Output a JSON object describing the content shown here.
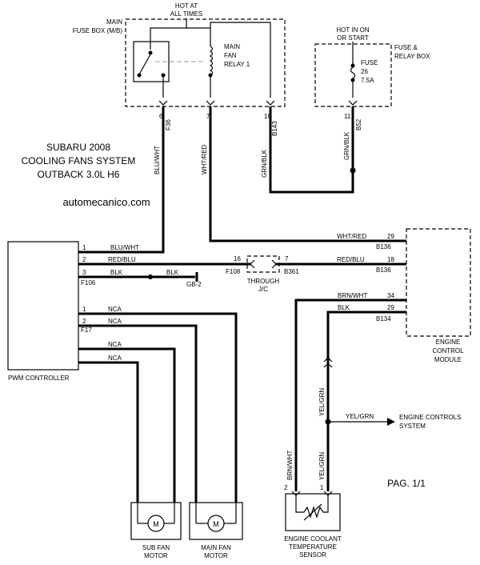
{
  "title": {
    "line1": "SUBARU 2008",
    "line2": "COOLING FANS SYSTEM",
    "line3": "OUTBACK 3.0L H6"
  },
  "watermark": "automecanico.com",
  "page_label": "PAG. 1/1",
  "main_fuse_box": {
    "hot_label_1": "HOT AT",
    "hot_label_2": "ALL TIMES",
    "name_1": "MAIN",
    "name_2": "FUSE BOX (M/B)",
    "relay_1": "MAIN",
    "relay_2": "FAN",
    "relay_3": "RELAY 1",
    "conn_f36": "F36",
    "conn_b143": "B143",
    "pin_6": "6",
    "pin_7": "7",
    "pin_19": "19"
  },
  "fuse_relay_box": {
    "hot_1": "HOT IN ON",
    "hot_2": "OR START",
    "name_1": "FUSE &",
    "name_2": "RELAY BOX",
    "fuse_1": "FUSE",
    "fuse_2": "26",
    "fuse_3": "7.5A",
    "pin_11": "11",
    "conn_b52": "B52"
  },
  "wires": {
    "blu_wht": "BLU/WHT",
    "wht_red": "WHT/RED",
    "grn_blk": "GRN/BLK",
    "red_blu": "RED/BLU",
    "blk": "BLK",
    "nca": "NCA",
    "brn_wht": "BRN/WHT",
    "yel_grn": "YEL/GRN"
  },
  "pwm": {
    "label": "PWM CONTROLLER",
    "pin_1": "1",
    "pin_2": "2",
    "pin_3": "3",
    "conn_f106": "F106",
    "conn_f17": "F17",
    "ground": "GB-2"
  },
  "junction": {
    "pin_16": "16",
    "pin_7": "7",
    "conn_f108": "F108",
    "conn_b361": "B361",
    "label_1": "THROUGH",
    "label_2": "J/C"
  },
  "ecm": {
    "label_1": "ENGINE",
    "label_2": "CONTROL",
    "label_3": "MODULE",
    "pin_29": "29",
    "pin_18": "18",
    "pin_34": "34",
    "conn_b136": "B136",
    "conn_b134": "B134"
  },
  "engine_controls": {
    "line1": "ENGINE CONTROLS",
    "line2": "SYSTEM"
  },
  "motors": {
    "m": "M",
    "sub_1": "SUB FAN",
    "sub_2": "MOTOR",
    "main_1": "MAIN FAN",
    "main_2": "MOTOR"
  },
  "sensor": {
    "label_1": "ENGINE COOLANT",
    "label_2": "TEMPERATURE",
    "label_3": "SENSOR",
    "pin_2": "2",
    "pin_1": "1"
  }
}
